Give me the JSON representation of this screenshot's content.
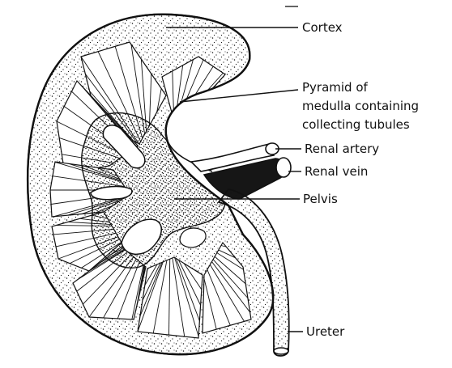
{
  "labels": {
    "cortex": "Cortex",
    "pyramid_line1": "Pyramid of",
    "pyramid_line2": "medulla containing",
    "pyramid_line3": "collecting tubules",
    "renal_artery": "Renal artery",
    "renal_vein": "Renal vein",
    "pelvis": "Pelvis",
    "ureter": "Ureter"
  },
  "colors": {
    "ink": "#111111",
    "paper": "#ffffff",
    "vein": "#161616"
  }
}
